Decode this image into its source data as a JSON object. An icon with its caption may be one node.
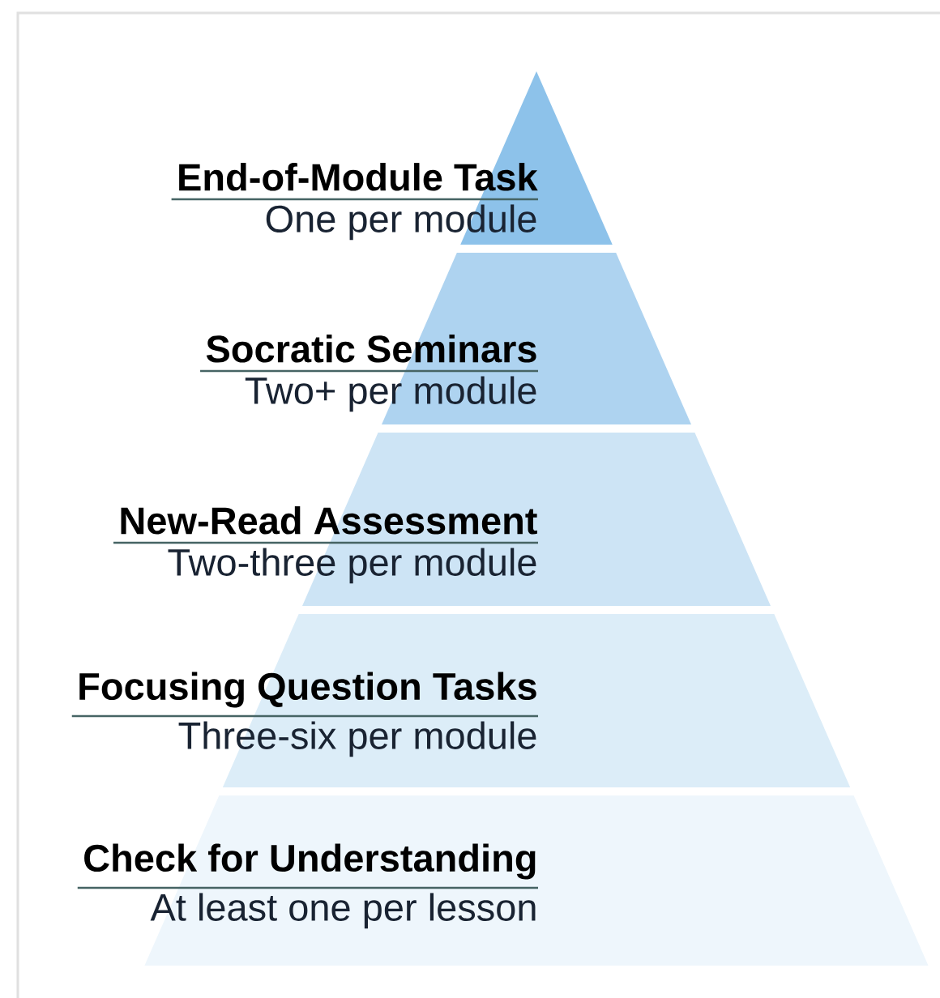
{
  "diagram": {
    "nodes": [
      {
        "text": [
          "End-of-Module Task",
          "One per module"
        ]
      },
      {
        "text": [
          "Socratic Seminars",
          "Two+ per module"
        ]
      },
      {
        "text": [
          "New-Read Assessment",
          "Two-three per module"
        ]
      },
      {
        "text": [
          "Focusing Question Tasks",
          "Three-six per module"
        ]
      },
      {
        "text": [
          "Check for Understanding",
          "At least one per lesson"
        ]
      }
    ]
  }
}
